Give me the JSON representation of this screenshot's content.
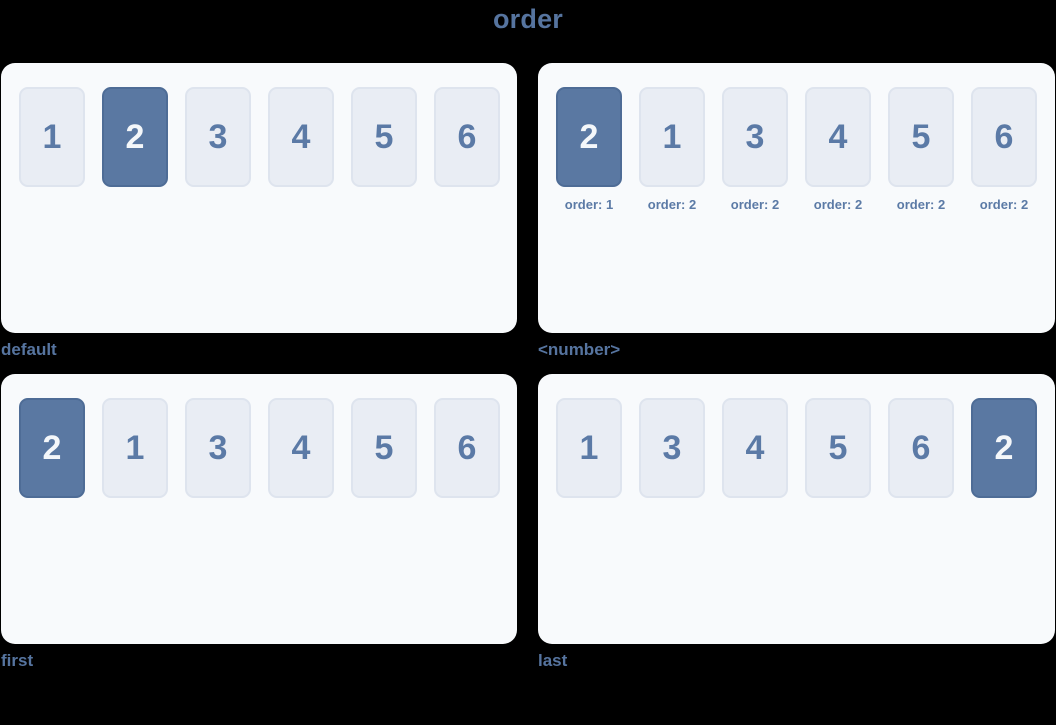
{
  "title": "order",
  "colors": {
    "background": "#000000",
    "panel_bg": "#f8fafc",
    "item_bg": "#e9edf4",
    "item_border": "#dee4ee",
    "item_text": "#5b7aa6",
    "highlight_bg": "#5a78a2",
    "highlight_border": "#4e6c96",
    "highlight_text": "#f4f7fa",
    "accent_text": "#56749f"
  },
  "demos": [
    {
      "caption": "default",
      "items": [
        {
          "label": "1",
          "highlight": false
        },
        {
          "label": "2",
          "highlight": true
        },
        {
          "label": "3",
          "highlight": false
        },
        {
          "label": "4",
          "highlight": false
        },
        {
          "label": "5",
          "highlight": false
        },
        {
          "label": "6",
          "highlight": false
        }
      ]
    },
    {
      "caption": "<number>",
      "items": [
        {
          "label": "2",
          "sublabel": "order: 1",
          "highlight": true
        },
        {
          "label": "1",
          "sublabel": "order: 2",
          "highlight": false
        },
        {
          "label": "3",
          "sublabel": "order: 2",
          "highlight": false
        },
        {
          "label": "4",
          "sublabel": "order: 2",
          "highlight": false
        },
        {
          "label": "5",
          "sublabel": "order: 2",
          "highlight": false
        },
        {
          "label": "6",
          "sublabel": "order: 2",
          "highlight": false
        }
      ]
    },
    {
      "caption": "first",
      "items": [
        {
          "label": "2",
          "highlight": true
        },
        {
          "label": "1",
          "highlight": false
        },
        {
          "label": "3",
          "highlight": false
        },
        {
          "label": "4",
          "highlight": false
        },
        {
          "label": "5",
          "highlight": false
        },
        {
          "label": "6",
          "highlight": false
        }
      ]
    },
    {
      "caption": "last",
      "items": [
        {
          "label": "1",
          "highlight": false
        },
        {
          "label": "3",
          "highlight": false
        },
        {
          "label": "4",
          "highlight": false
        },
        {
          "label": "5",
          "highlight": false
        },
        {
          "label": "6",
          "highlight": false
        },
        {
          "label": "2",
          "highlight": true
        }
      ]
    }
  ]
}
